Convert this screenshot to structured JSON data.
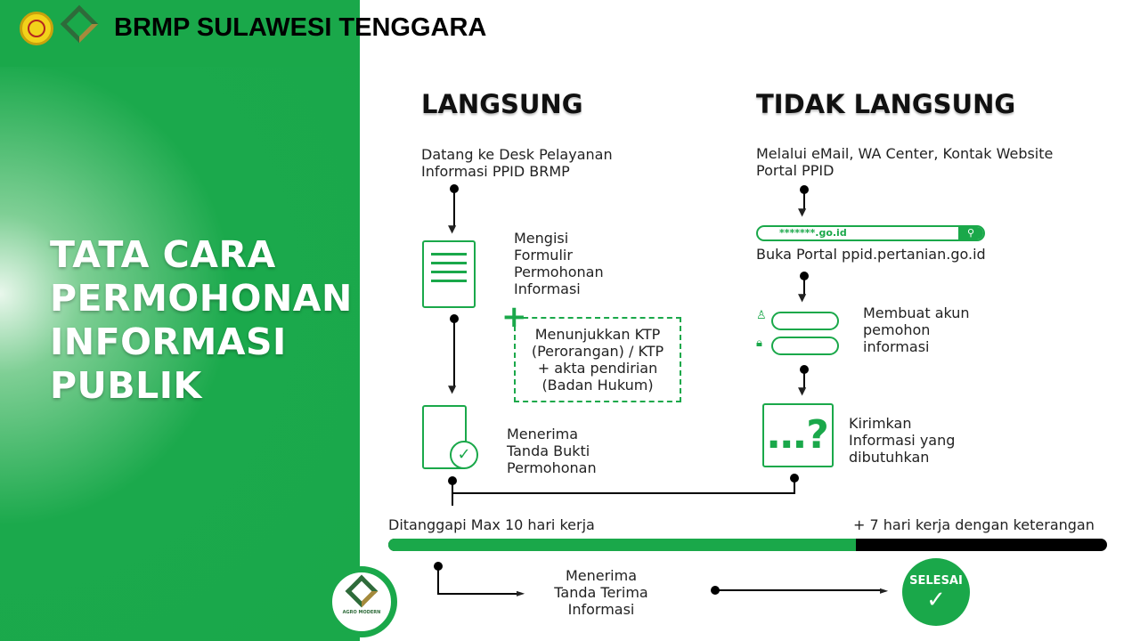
{
  "header": {
    "brand": "BRMP SULAWESI TENGGARA"
  },
  "title": [
    "TATA CARA",
    "PERMOHONAN",
    "INFORMASI",
    "PUBLIK"
  ],
  "langsung": {
    "heading": "LANGSUNG",
    "step1": [
      "Datang ke Desk Pelayanan",
      "Informasi PPID BRMP"
    ],
    "step2": [
      "Mengisi",
      "Formulir",
      "Permohonan",
      "Informasi"
    ],
    "plus": [
      "Menunjukkan KTP",
      "(Perorangan) / KTP",
      "+ akta pendirian",
      "(Badan Hukum)"
    ],
    "step3": [
      "Menerima",
      "Tanda Bukti",
      "Permohonan"
    ]
  },
  "tidak": {
    "heading": "TIDAK LANGSUNG",
    "step1": [
      "Melalui eMail, WA Center, Kontak Website",
      "Portal PPID"
    ],
    "url": "*******.go.id",
    "step2": "Buka Portal ppid.pertanian.go.id",
    "step3": [
      "Membuat akun",
      "pemohon",
      "informasi"
    ],
    "step4": [
      "Kirimkan",
      "Informasi yang",
      "dibutuhkan"
    ]
  },
  "timeline": {
    "left": "Ditanggapi Max 10 hari kerja",
    "right": "+ 7 hari kerja dengan keterangan",
    "green_fraction": 0.65
  },
  "final": {
    "receive": [
      "Menerima",
      "Tanda Terima",
      "Informasi"
    ],
    "done": "SELESAI"
  },
  "logo": {
    "text": "AGRO MODERN"
  },
  "colors": {
    "green": "#1aa84a"
  }
}
